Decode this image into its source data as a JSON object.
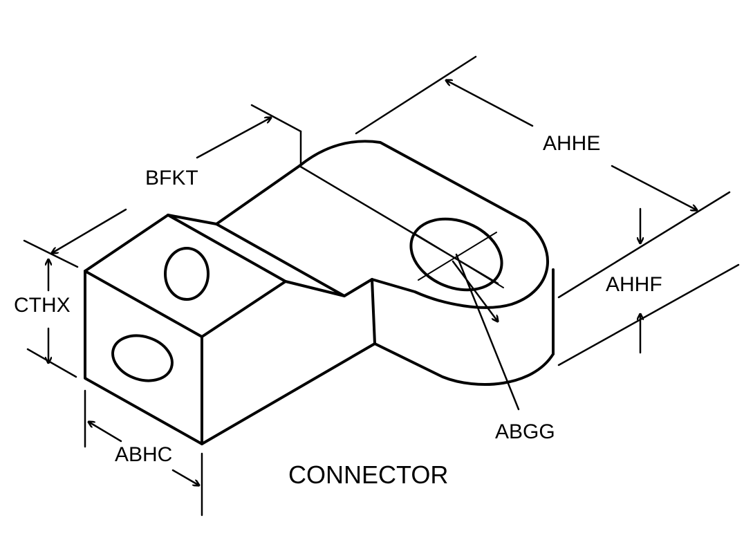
{
  "title": "CONNECTOR",
  "dimensions": {
    "overall_length": "AHHE",
    "neck_width": "BFKT",
    "block_height": "CTHX",
    "block_width": "ABHC",
    "eye_thickness": "AHHF",
    "hole_diameter": "ABGG"
  },
  "colors": {
    "line": "#000000",
    "background": "#ffffff"
  }
}
